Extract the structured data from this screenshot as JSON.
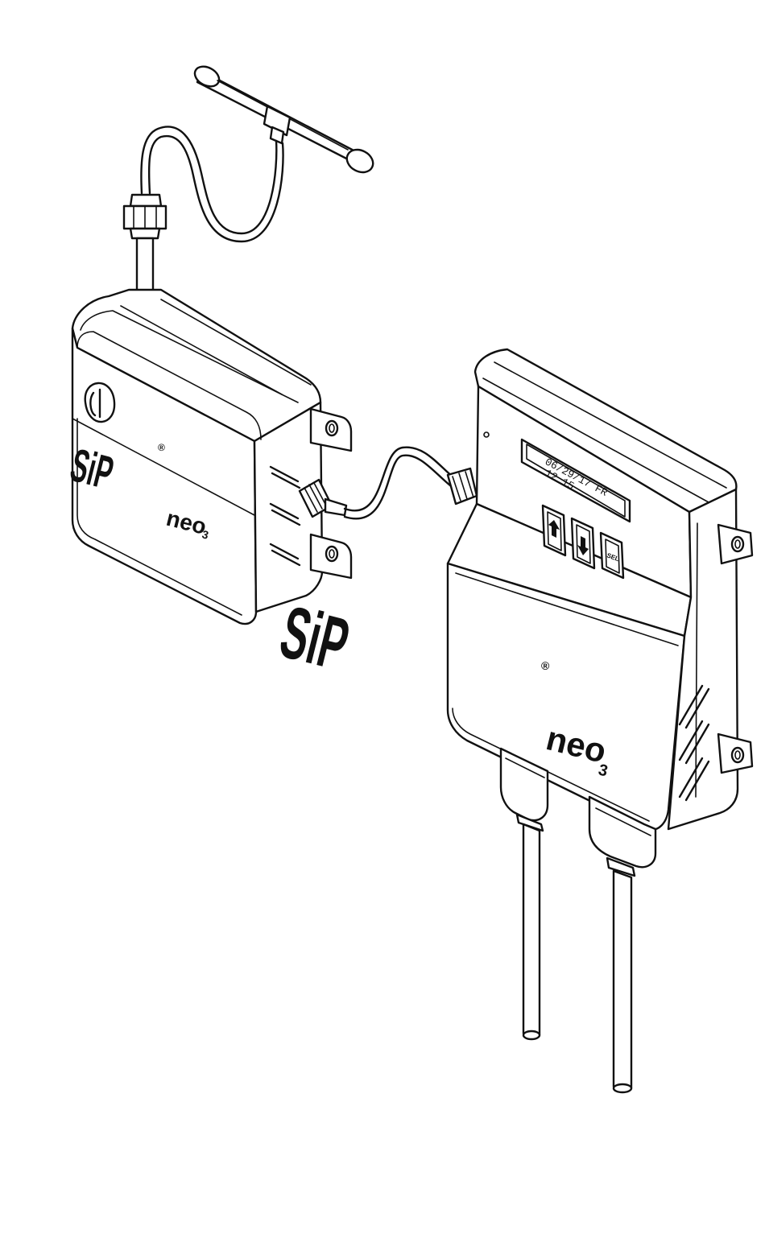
{
  "colors": {
    "line": "#111111",
    "background": "#ffffff"
  },
  "left_unit": {
    "brand_main": "SiP",
    "brand_sub": "neo",
    "brand_subscript": "3",
    "registered_mark": "®"
  },
  "right_unit": {
    "brand_main": "SiP",
    "brand_sub": "neo",
    "brand_subscript": "3",
    "registered_mark": "®",
    "display_line_1": "06/29/17  FR",
    "display_line_2": "12 15",
    "buttons": [
      {
        "name": "up",
        "icon": "arrow-up-icon",
        "label": ""
      },
      {
        "name": "down",
        "icon": "arrow-down-icon",
        "label": ""
      },
      {
        "name": "select",
        "icon": "",
        "label": "SEL"
      }
    ]
  }
}
